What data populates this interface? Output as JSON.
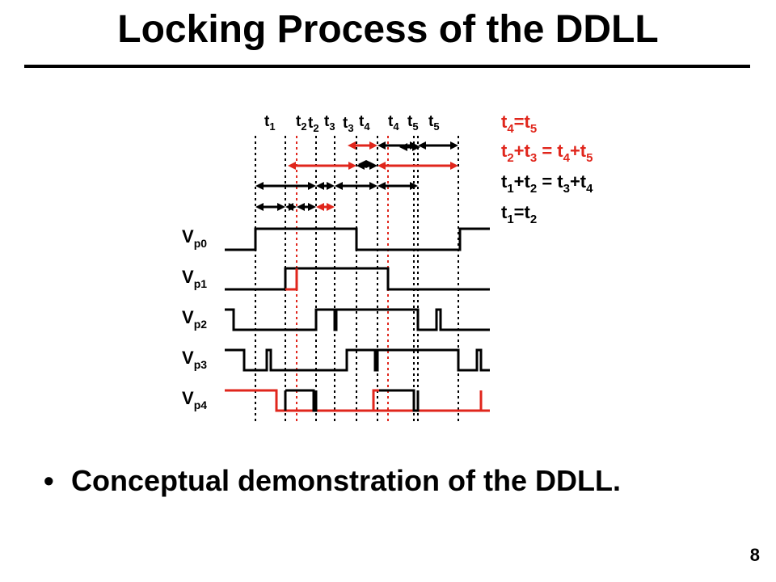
{
  "slide": {
    "title": "Locking Process of the DDLL",
    "bullet": "Conceptual demonstration of the DDLL.",
    "page_number": "8"
  },
  "colors": {
    "black": "#000000",
    "red": "#e0261c"
  },
  "signals": [
    {
      "name": "V",
      "sub": "p0"
    },
    {
      "name": "V",
      "sub": "p1"
    },
    {
      "name": "V",
      "sub": "p2"
    },
    {
      "name": "V",
      "sub": "p3"
    },
    {
      "name": "V",
      "sub": "p4"
    }
  ],
  "time_labels": [
    {
      "t": "t",
      "sub": "1"
    },
    {
      "t": "t",
      "sub": "2"
    },
    {
      "t": "t",
      "sub": "2"
    },
    {
      "t": "t",
      "sub": "3"
    },
    {
      "t": "t",
      "sub": "3"
    },
    {
      "t": "t",
      "sub": "4"
    },
    {
      "t": "t",
      "sub": "4"
    },
    {
      "t": "t",
      "sub": "5"
    },
    {
      "t": "t",
      "sub": "5"
    }
  ],
  "equations": [
    {
      "parts": [
        {
          "t": "t"
        },
        {
          "s": "4"
        },
        {
          "t": "=t"
        },
        {
          "s": "5"
        }
      ],
      "color": "red"
    },
    {
      "parts": [
        {
          "t": "t"
        },
        {
          "s": "2"
        },
        {
          "t": "+t"
        },
        {
          "s": "3"
        },
        {
          "t": " = t"
        },
        {
          "s": "4"
        },
        {
          "t": "+t"
        },
        {
          "s": "5"
        }
      ],
      "color": "red"
    },
    {
      "parts": [
        {
          "t": "t"
        },
        {
          "s": "1"
        },
        {
          "t": "+t"
        },
        {
          "s": "2"
        },
        {
          "t": " = t"
        },
        {
          "s": "3"
        },
        {
          "t": "+t"
        },
        {
          "s": "4"
        }
      ],
      "color": "black"
    },
    {
      "parts": [
        {
          "t": "t"
        },
        {
          "s": "1"
        },
        {
          "t": "=t"
        },
        {
          "s": "2"
        }
      ],
      "color": "black"
    }
  ]
}
